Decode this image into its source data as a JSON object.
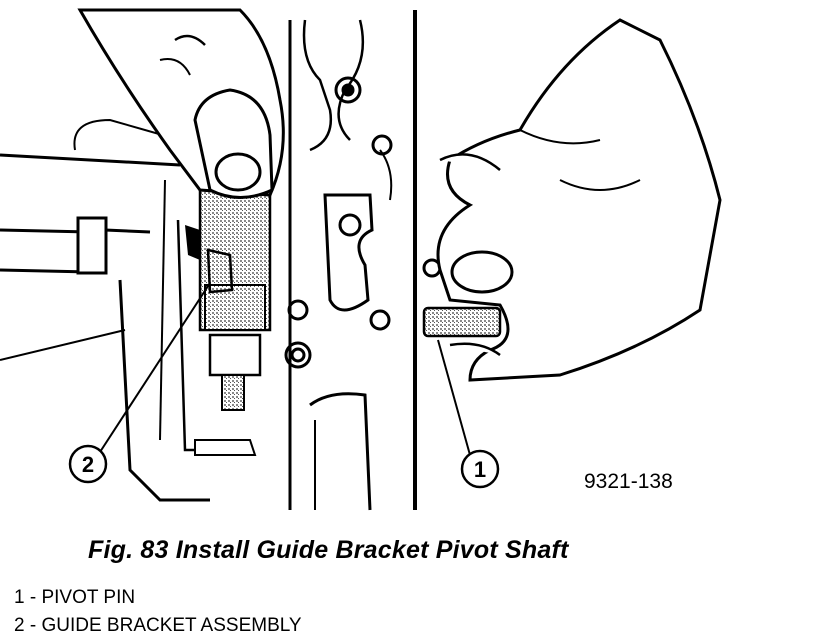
{
  "figure": {
    "code": "9321-138",
    "caption": "Fig. 83 Install Guide Bracket Pivot Shaft"
  },
  "callouts": [
    {
      "number": "1",
      "label": "PIVOT PIN"
    },
    {
      "number": "2",
      "label": "GUIDE BRACKET ASSEMBLY"
    }
  ],
  "colors": {
    "ink": "#000000",
    "paper": "#ffffff",
    "shade": "#bdbdbd"
  }
}
